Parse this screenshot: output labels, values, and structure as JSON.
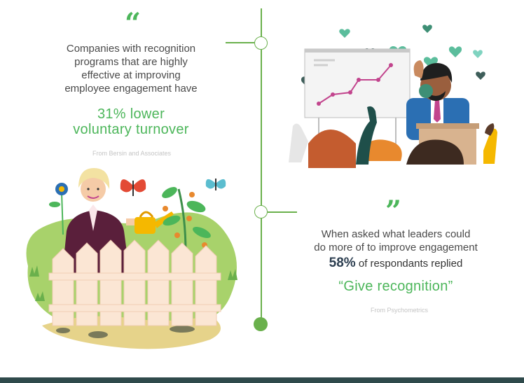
{
  "left_quote": {
    "mark": "“",
    "lines": [
      "Companies with recognition",
      "programs that are highly",
      "effective at improving",
      "employee engagement have"
    ],
    "highlight_lines": [
      "31% lower",
      "voluntary turnover"
    ],
    "source": "From Bersin and Associates"
  },
  "right_quote": {
    "mark": "”",
    "lines": [
      "When asked what leaders could",
      "do more of to improve engagement"
    ],
    "stat_value": "58%",
    "stat_rest": " of respondants replied",
    "highlight": "“Give recognition”",
    "source": "From Psychometrics"
  },
  "colors": {
    "accent_green": "#4cb65a",
    "timeline_green": "#6ab04c",
    "footer": "#2f4a4b"
  }
}
